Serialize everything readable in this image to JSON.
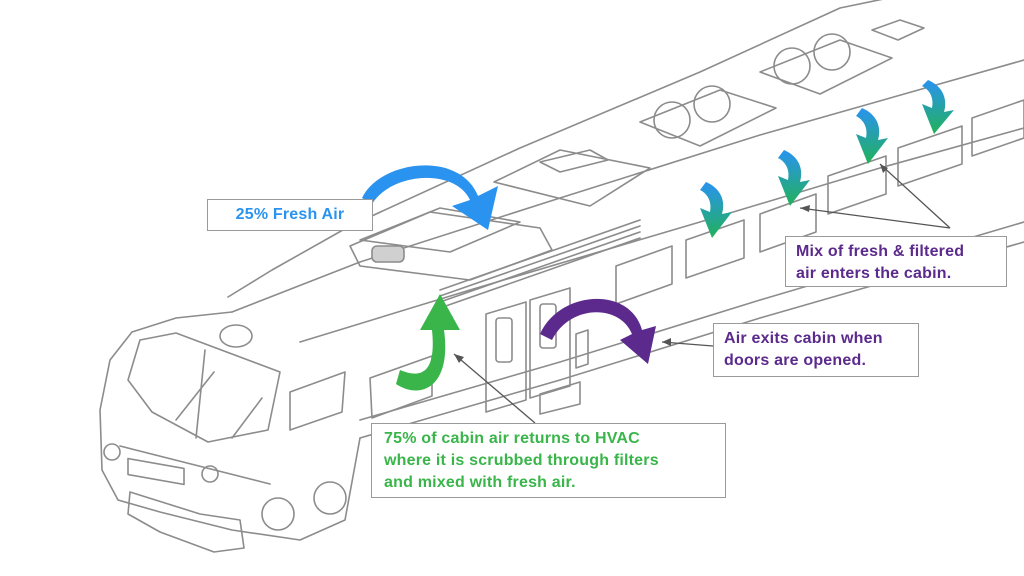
{
  "colors": {
    "fresh_air": "#2a93f0",
    "fresh_mix": "#21a55a",
    "return_air": "#39b54a",
    "exit_air": "#5b2a8c",
    "line_art": "#8c8c8c",
    "callout_border": "#9a9a9a"
  },
  "callouts": {
    "fresh_air": {
      "text": "25% Fresh Air",
      "color": "#2a93f0"
    },
    "mix": {
      "lines": [
        "Mix of fresh & filtered",
        "air enters the cabin."
      ],
      "color": "#5b2a8c"
    },
    "exit": {
      "lines": [
        "Air exits cabin when",
        "doors are opened."
      ],
      "color": "#5b2a8c"
    },
    "returns": {
      "lines": [
        "75% of cabin air returns to HVAC",
        "where it is scrubbed through filters",
        "and mixed with fresh air."
      ],
      "color": "#39b54a"
    }
  },
  "arrows": {
    "fresh_air": "curved-arrow-down",
    "cabin_supply": "curved-arrow-down",
    "return_air": "curved-arrow-up",
    "exit_air": "curved-arrow-down"
  }
}
